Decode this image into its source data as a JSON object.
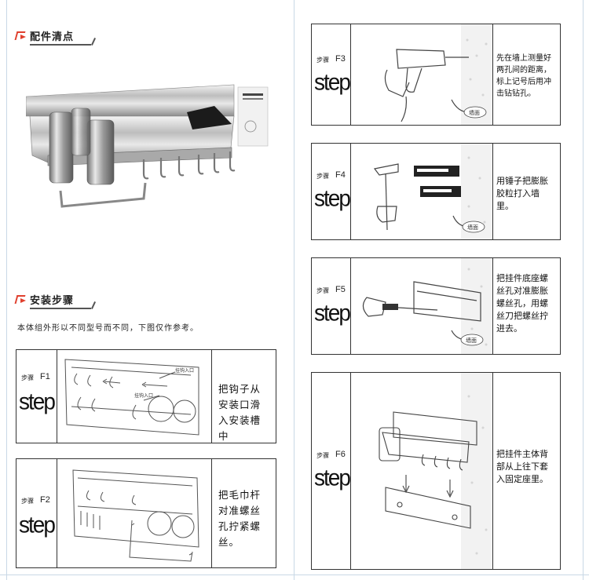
{
  "sections": {
    "parts_title": "配件清点",
    "install_title": "安装步骤"
  },
  "note": "本体组外形以不同型号而不同，下图仅作参考。",
  "steps": [
    {
      "cn": "步骤",
      "code": "F1",
      "word": "step",
      "desc": "把钩子从安装口滑入安装槽中",
      "labels": [
        "挂钩入口",
        "挂钩入口"
      ]
    },
    {
      "cn": "步骤",
      "code": "F2",
      "word": "step",
      "desc": "把毛巾杆对准螺丝孔拧紧螺丝。"
    },
    {
      "cn": "步骤",
      "code": "F3",
      "word": "step",
      "desc": "先在墙上测量好两孔间的距离，标上记号后用冲击钻钻孔。",
      "wall": "墙面"
    },
    {
      "cn": "步骤",
      "code": "F4",
      "word": "step",
      "desc": "用锤子把膨胀胶粒打入墙里。",
      "wall": "墙面"
    },
    {
      "cn": "步骤",
      "code": "F5",
      "word": "step",
      "desc": "把挂件底座螺丝孔对准膨胀螺丝孔，用螺丝刀把螺丝拧进去。",
      "wall": "墙面"
    },
    {
      "cn": "步骤",
      "code": "F6",
      "word": "step",
      "desc": "把挂件主体背部从上往下套入固定座里。"
    }
  ],
  "colors": {
    "accent": "#e0402e",
    "border": "#333333",
    "divider": "#c9d8e6"
  }
}
